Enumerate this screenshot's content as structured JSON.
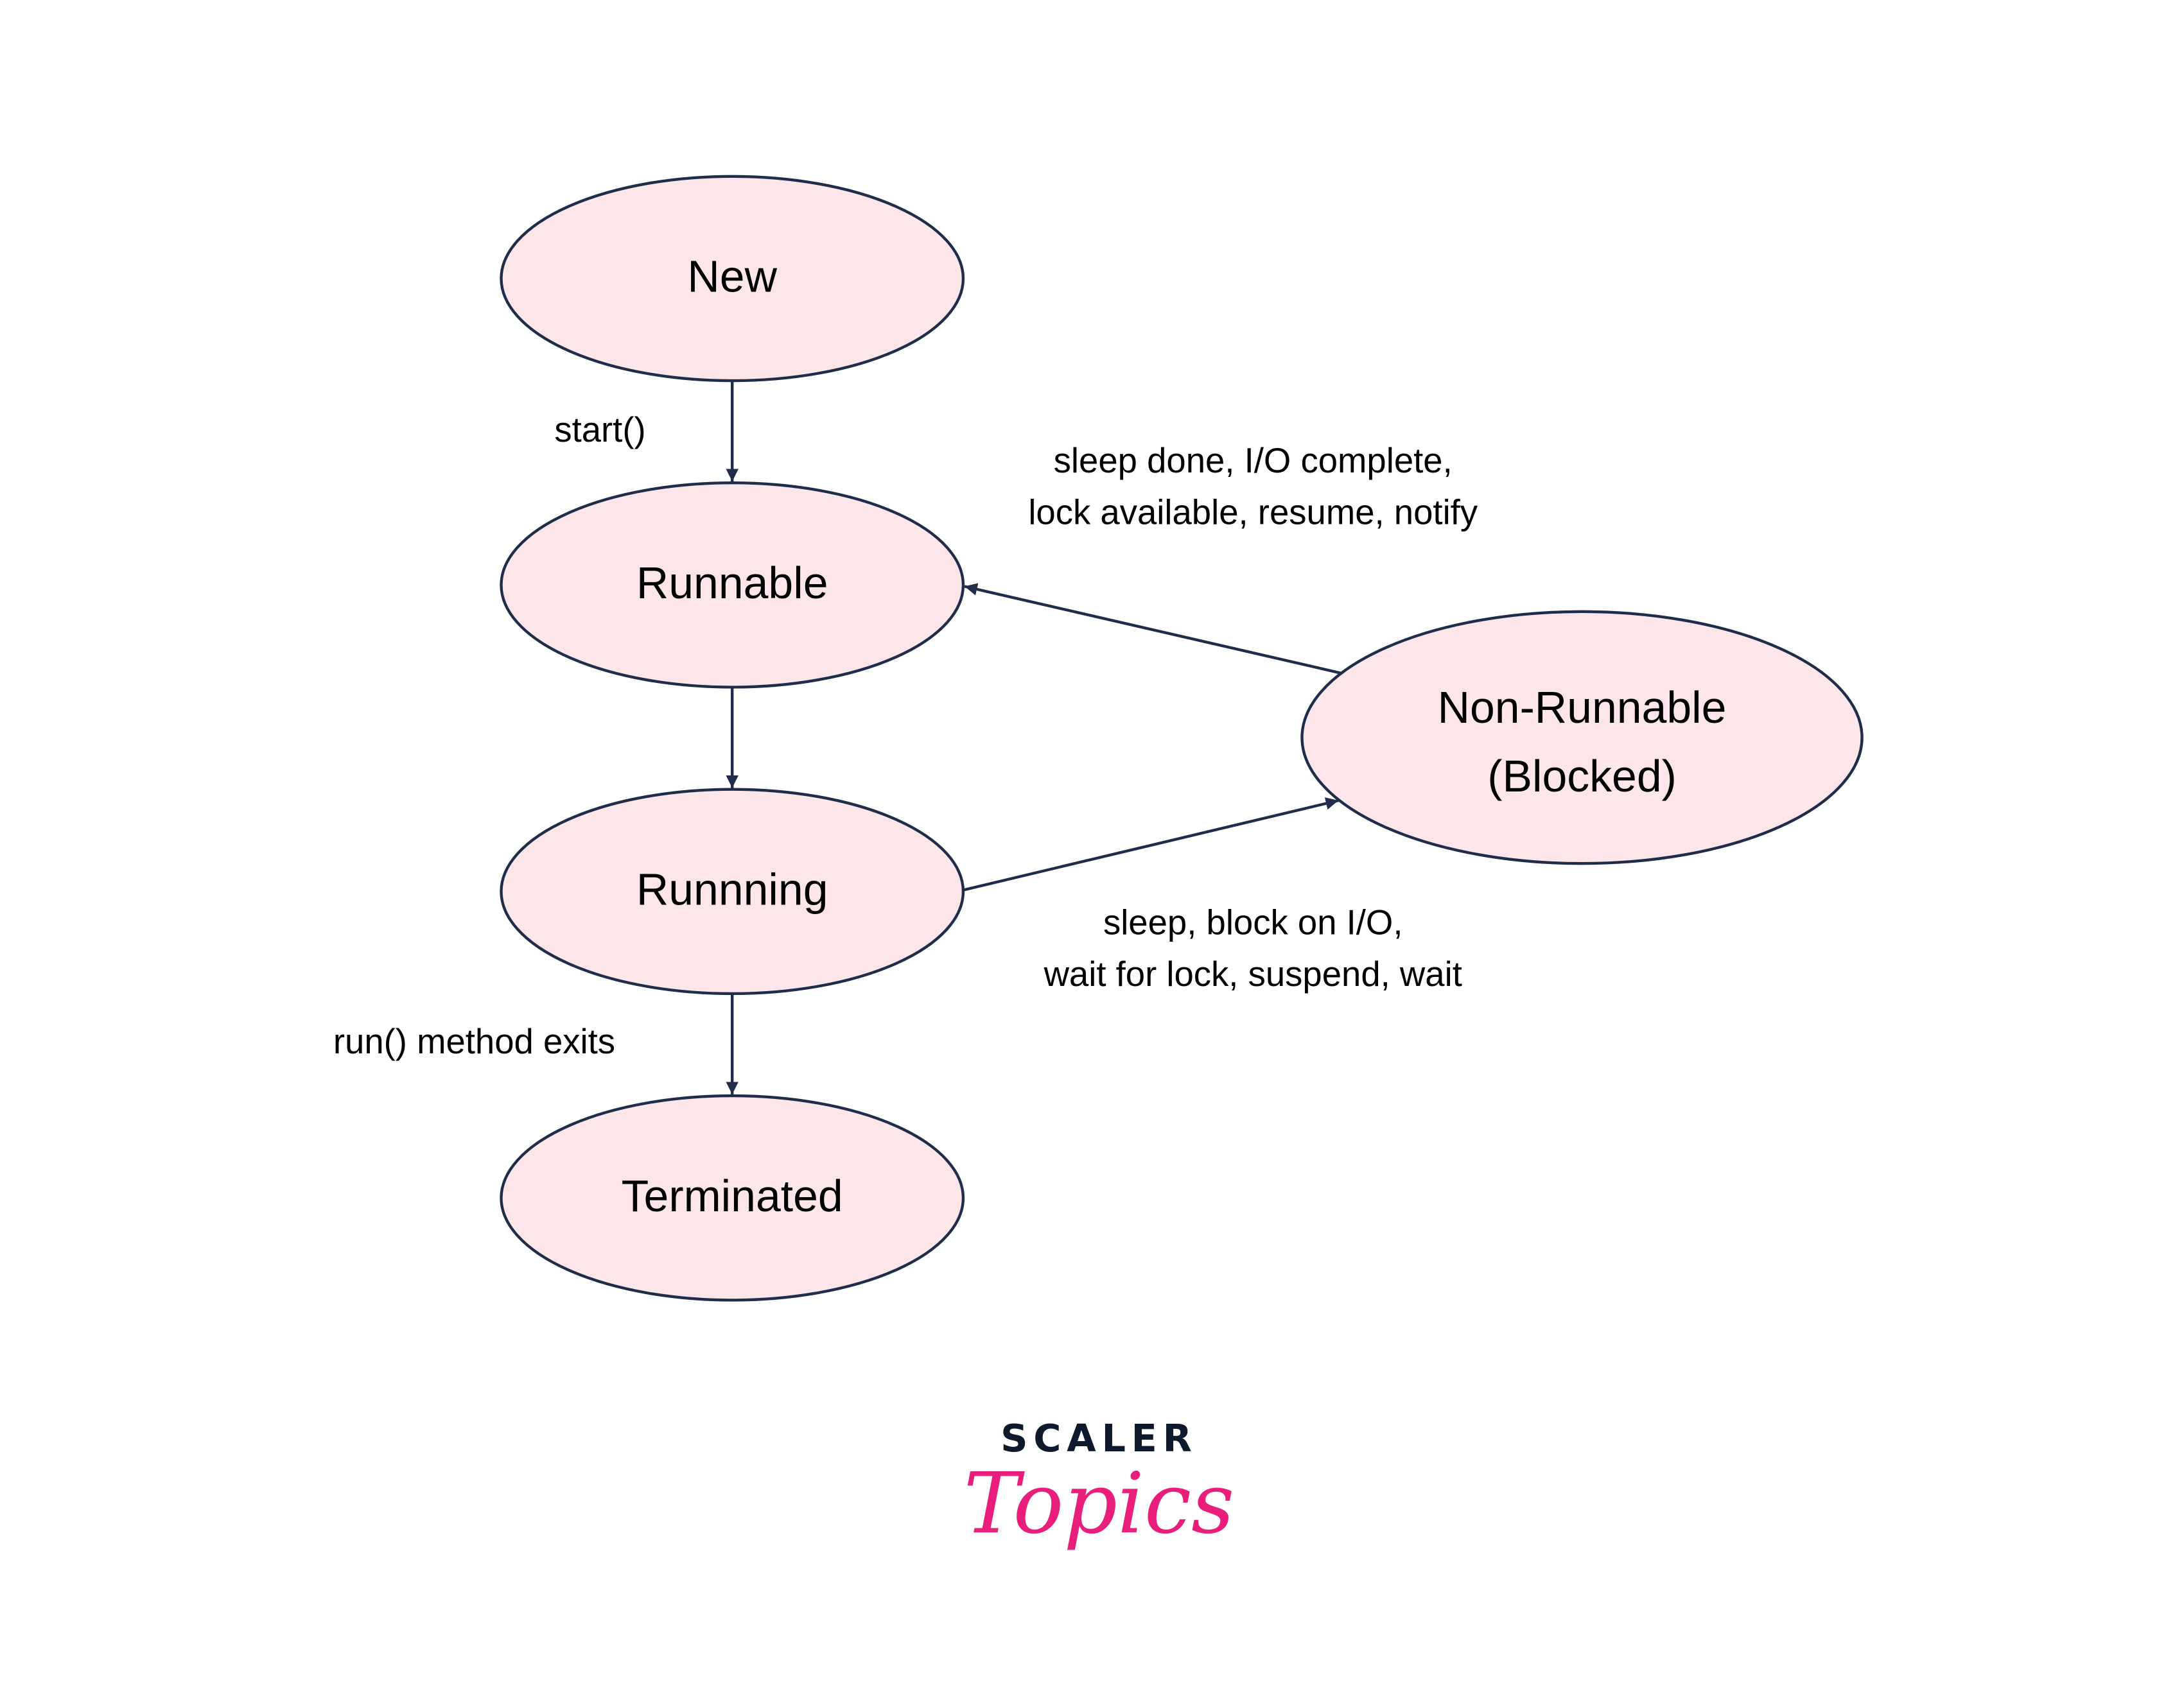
{
  "diagram": {
    "title": "Thread Life Cycle",
    "colors": {
      "node_fill": "#fde6e9",
      "node_stroke": "#1f2d4a",
      "edge": "#1f2d4a",
      "text": "#000000",
      "logo_dark": "#0c1a2b",
      "logo_accent": "#e91e7a"
    },
    "nodes": {
      "new": {
        "label": "New"
      },
      "runnable": {
        "label": "Runnable"
      },
      "running": {
        "label": "Runnning"
      },
      "terminated": {
        "label": "Terminated"
      },
      "non_runnable": {
        "label_line1": "Non-Runnable",
        "label_line2": "(Blocked)"
      }
    },
    "edges": {
      "new_to_runnable": {
        "label": "start()"
      },
      "runnable_to_running": {
        "label": ""
      },
      "running_to_terminated": {
        "label": "run() method exits"
      },
      "running_to_non_runnable": {
        "label_line1": "sleep, block on I/O,",
        "label_line2": "wait for lock, suspend, wait"
      },
      "non_runnable_to_runnable": {
        "label_line1": "sleep done, I/O complete,",
        "label_line2": "lock available, resume, notify"
      }
    }
  },
  "logo": {
    "top": "SCALER",
    "bottom": "Topics"
  }
}
